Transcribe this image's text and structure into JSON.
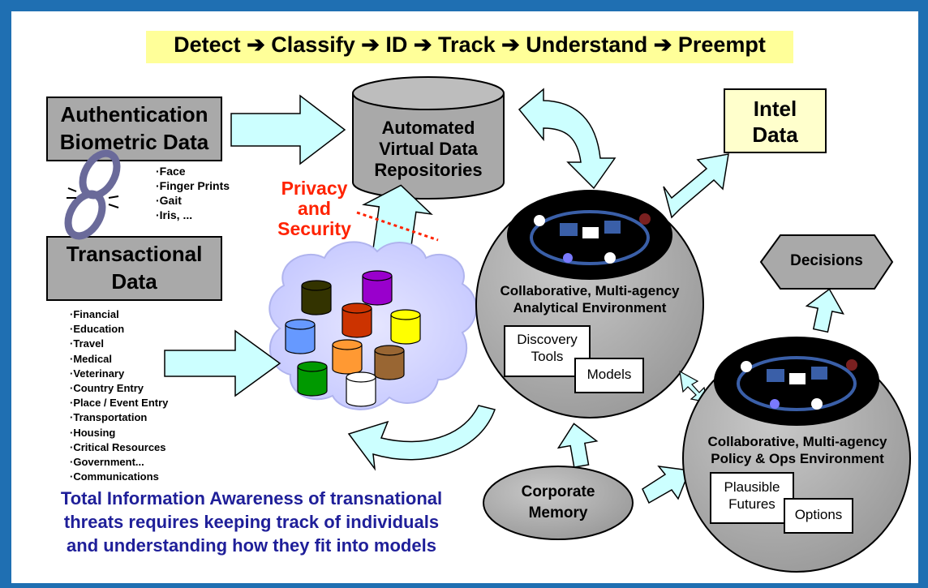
{
  "header": {
    "pipeline": "Detect ➔ Classify ➔ ID ➔ Track ➔ Understand ➔ Preempt"
  },
  "boxes": {
    "authentication_line1": "Authentication",
    "authentication_line2": "Biometric Data",
    "transactional_line1": "Transactional",
    "transactional_line2": "Data",
    "intel_line1": "Intel",
    "intel_line2": "Data"
  },
  "biometric_items": [
    "Face",
    "Finger Prints",
    "Gait",
    "Iris, ..."
  ],
  "transaction_items": [
    "Financial",
    "Education",
    "Travel",
    "Medical",
    "Veterinary",
    "Country Entry",
    "Place / Event Entry",
    "Transportation",
    "Housing",
    "Critical Resources",
    "Government...",
    "Communications"
  ],
  "repository": {
    "line1": "Automated",
    "line2": "Virtual Data",
    "line3": "Repositories"
  },
  "privacy": {
    "line1": "Privacy",
    "line2": "and",
    "line3": "Security"
  },
  "analytical": {
    "line1": "Collaborative, Multi-agency",
    "line2": "Analytical Environment",
    "discovery_line1": "Discovery",
    "discovery_line2": "Tools",
    "models": "Models"
  },
  "policy": {
    "line1": "Collaborative, Multi-agency",
    "line2": "Policy & Ops Environment",
    "plausible_line1": "Plausible",
    "plausible_line2": "Futures",
    "options": "Options"
  },
  "decisions": "Decisions",
  "corporate_memory": {
    "line1": "Corporate",
    "line2": "Memory"
  },
  "footer": {
    "line1": "Total Information Awareness of transnational",
    "line2": "threats requires keeping track of individuals",
    "line3": "and understanding how they fit into models"
  },
  "colors": {
    "frame": "#1f6fb2",
    "header_bg": "#ffff99",
    "gray_box": "#a9a9a9",
    "arrow_fill": "#ccffff",
    "sphere": "#a9a9a9",
    "intel_bg": "#ffffcc",
    "privacy_text": "#ff2200",
    "footer_text": "#1f1f99",
    "cloud": "#cccfff"
  },
  "database_colors": [
    "#333300",
    "#9900cc",
    "#cc3300",
    "#ffff00",
    "#6699ff",
    "#ff9933",
    "#996633",
    "#009900",
    "#ffffff"
  ]
}
